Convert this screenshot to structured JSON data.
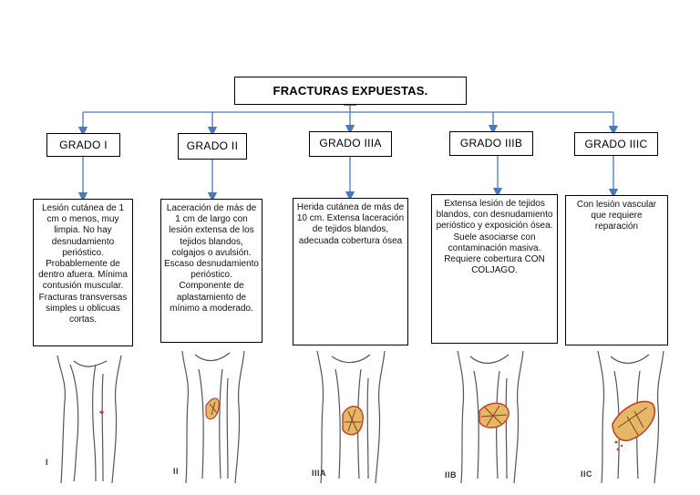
{
  "title": "FRACTURAS EXPUESTAS.",
  "colors": {
    "connector": "#4a78c0",
    "bone_line": "#555555",
    "wound": "#c8402a",
    "wound_fill": "#e3b866"
  },
  "grades": [
    {
      "label": "GRADO I",
      "description": "Lesión cutánea de 1 cm o menos, muy limpia. No hay desnudamiento perióstico. Probablemente de dentro afuera. Mínima contusión muscular. Fracturas transversas simples u oblicuas cortas.",
      "image_label": "I"
    },
    {
      "label": "GRADO II",
      "description": "Laceración de más de 1 cm de largo con lesión extensa de los tejidos blandos, colgajos o avulsión. Escaso desnudamiento perióstico. Componente de aplastamiento de mínimo a moderado.",
      "image_label": "II"
    },
    {
      "label": "GRADO IIIA",
      "description": "Herida cutánea de más de 10 cm. Extensa laceración de tejidos blandos, adecuada cobertura ósea",
      "image_label": "IIIA"
    },
    {
      "label": "GRADO IIIB",
      "description": "Extensa lesión de tejidos blandos, con desnudamiento perióstico y exposición ósea. Suele asociarse con contaminación masiva. Requiere cobertura CON COLJAGO.",
      "image_label": "IIB"
    },
    {
      "label": "GRADO IIIC",
      "description": "Con lesión vascular que requiere reparación",
      "image_label": "IIC"
    }
  ]
}
